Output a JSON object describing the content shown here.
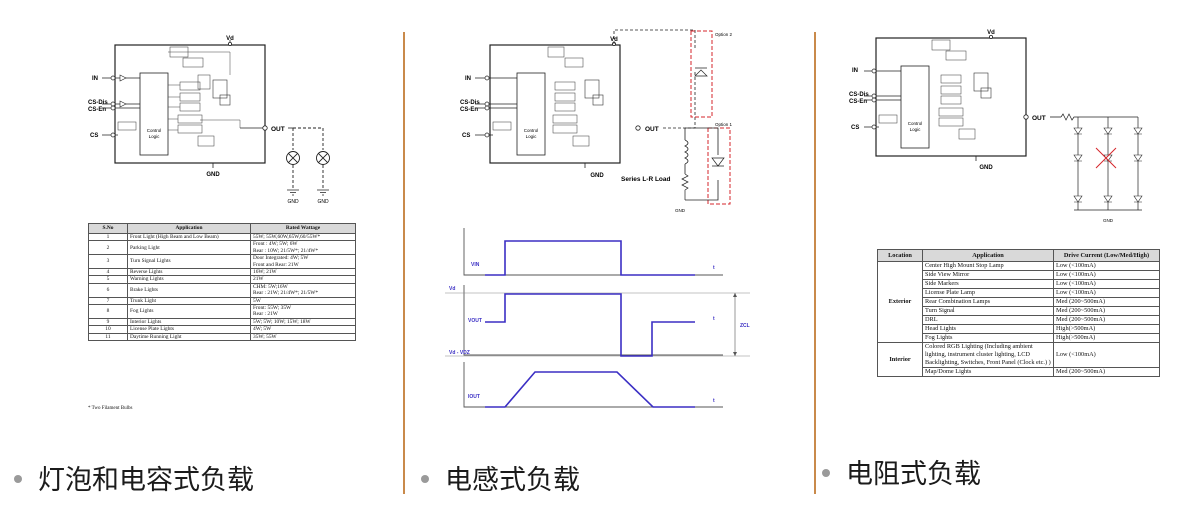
{
  "captions": {
    "left": "灯泡和电容式负载",
    "middle": "电感式负载",
    "right": "电阻式负载"
  },
  "circuit": {
    "supply": "Vd",
    "pins": [
      "IN",
      "CS-Dis",
      "CS-En",
      "CS"
    ],
    "out": "OUT",
    "gnd": "GND",
    "ctrl": [
      "Control",
      "Logic"
    ],
    "lamp_gnd": "GND",
    "series_load": "Series L-R Load",
    "option1": "Option 1",
    "option2": "Option 2",
    "gnd_small": "GND"
  },
  "waveform": {
    "vin": "VIN",
    "vd": "Vd",
    "vout": "VOUT",
    "vdz": "Vd - VDZ",
    "iout": "IOUT",
    "zcl": "ZCL",
    "t": "t"
  },
  "table1": {
    "headers": [
      "S.No",
      "Application",
      "Rated Wattage"
    ],
    "rows": [
      [
        "1",
        "Front Light (High Beam and Low Beam)",
        "55W; 55W,60W,65W,60/55W*"
      ],
      [
        "2",
        "Parking Light",
        "Front : 4W; 5W; 6W\nRear : 10W; 21/5W*; 21/4W*"
      ],
      [
        "3",
        "Turn Signal Lights",
        "Door Integrated: 4W; 5W\nFront and Rear: 21W"
      ],
      [
        "4",
        "Reverse Lights",
        "16W; 21W"
      ],
      [
        "5",
        "Warning Lights",
        "21W"
      ],
      [
        "6",
        "Brake Lights",
        "CHM: 5W;16W\nRear : 21W; 21/4W*; 21/5W*"
      ],
      [
        "7",
        "Trunk Light",
        "5W"
      ],
      [
        "8",
        "Fog Lights",
        "Front: 55W; 35W\nRear : 21W"
      ],
      [
        "9",
        "Interior Lights",
        "5W; 5W; 10W; 15W; 18W"
      ],
      [
        "10",
        "License Plate Lights",
        "4W; 5W"
      ],
      [
        "11",
        "Daytime Running Light",
        "35W; 55W"
      ]
    ],
    "footnote": "* Two Filament Bulbs"
  },
  "table3": {
    "headers": [
      "Location",
      "Application",
      "Drive Current (Low/Med/High)"
    ],
    "exterior_label": "Exterior",
    "interior_label": "Interior",
    "exterior": [
      [
        "Center High Mount Stop Lamp",
        "Low (<100mA)"
      ],
      [
        "Side View Mirror",
        "Low (<100mA)"
      ],
      [
        "Side Markers",
        "Low (<100mA)"
      ],
      [
        "License Plate Lamp",
        "Low (<100mA)"
      ],
      [
        "Rear Combination Lamps",
        "Med (200~500mA)"
      ],
      [
        "Turn Signal",
        "Med (200~500mA)"
      ],
      [
        "DRL",
        "Med (200~500mA)"
      ],
      [
        "Head Lights",
        "High(>500mA)"
      ],
      [
        "Fog Lights",
        "High(>500mA)"
      ]
    ],
    "interior": [
      [
        "Colored RGB Lighting (Including ambient lighting, instrument cluster lighting, LCD Backlighting, Switches, Front Panel (Clock etc.) )",
        "Low (<100mA)"
      ],
      [
        "Map/Dome Lights",
        "Med (200~500mA)"
      ]
    ]
  }
}
